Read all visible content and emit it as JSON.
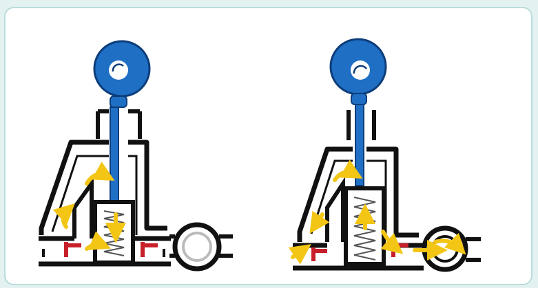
{
  "figure": {
    "panels": [
      {
        "id": "left",
        "state": "spring-compressed",
        "gauge_pointer": "clockwise-arrow"
      },
      {
        "id": "right",
        "state": "spring-extended",
        "gauge_pointer": "arc"
      }
    ]
  },
  "colors": {
    "frame_border": "#b9dcdb",
    "page_background": "#e3f2f1",
    "outline": "#111111",
    "gauge_blue": "#1f6fc4",
    "flow_arrow_yellow": "#f3c515",
    "valve_red": "#c8202a",
    "spring": "#555555"
  },
  "icons": [
    "gauge-icon",
    "flow-arrow-icon",
    "spring-icon",
    "valve-seat-icon",
    "pipe-fitting-icon"
  ]
}
